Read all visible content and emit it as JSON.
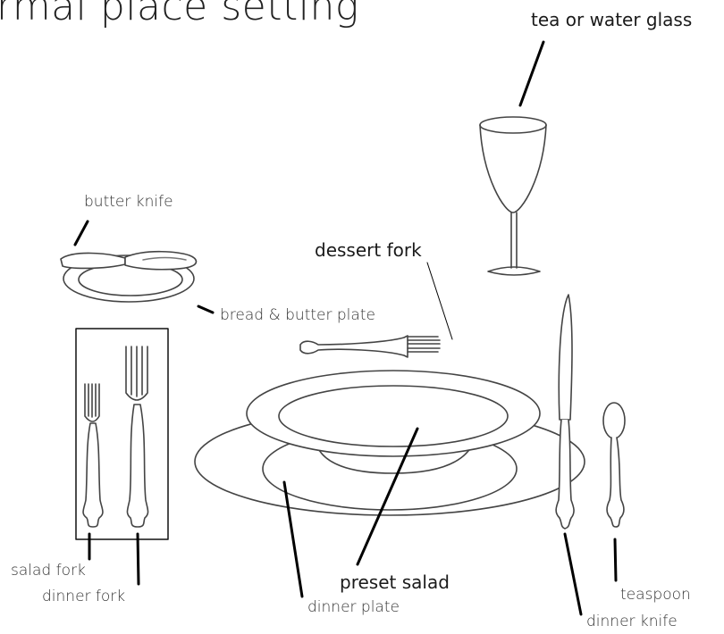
{
  "title": "rmal place setting",
  "labels": {
    "glass": "tea or water glass",
    "butter_knife": "butter knife",
    "dessert_fork": "dessert fork",
    "bread_plate": "bread & butter plate",
    "salad_fork": "salad fork",
    "dinner_fork": "dinner fork",
    "preset_salad": "preset salad",
    "dinner_plate": "dinner plate",
    "teaspoon": "teaspoon",
    "dinner_knife": "dinner knife"
  }
}
